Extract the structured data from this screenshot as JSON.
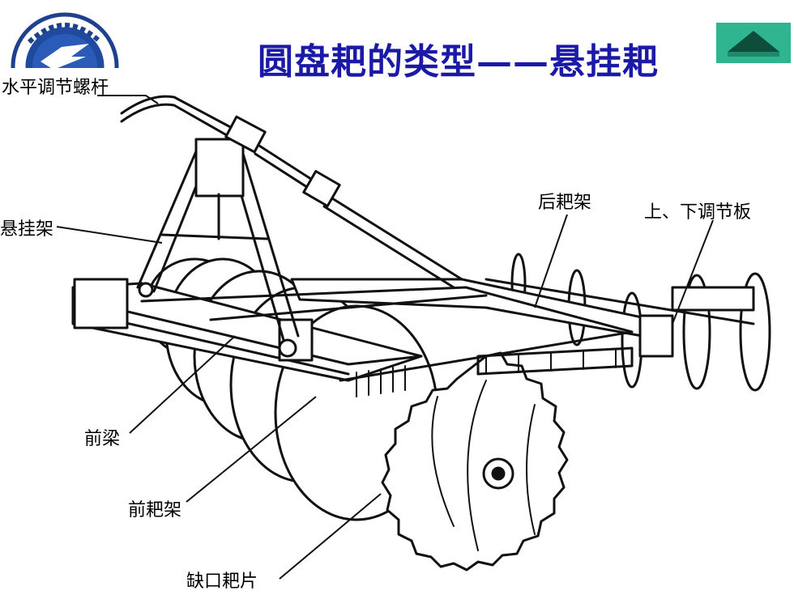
{
  "title": "圆盘耙的类型——悬挂耙",
  "labels": {
    "leveling_screw": "水平调节螺杆",
    "hitch_frame": "悬挂架",
    "rear_harrow_frame": "后耙架",
    "adjust_plate": "上、下调节板",
    "front_beam": "前梁",
    "front_harrow_frame": "前耙架",
    "notched_disc": "缺口耙片"
  },
  "nav": {
    "icon": "triangle-up-icon",
    "color": "#2fb58f"
  },
  "logo": {
    "icon": "university-seal-icon",
    "color": "#1f3f8f"
  }
}
